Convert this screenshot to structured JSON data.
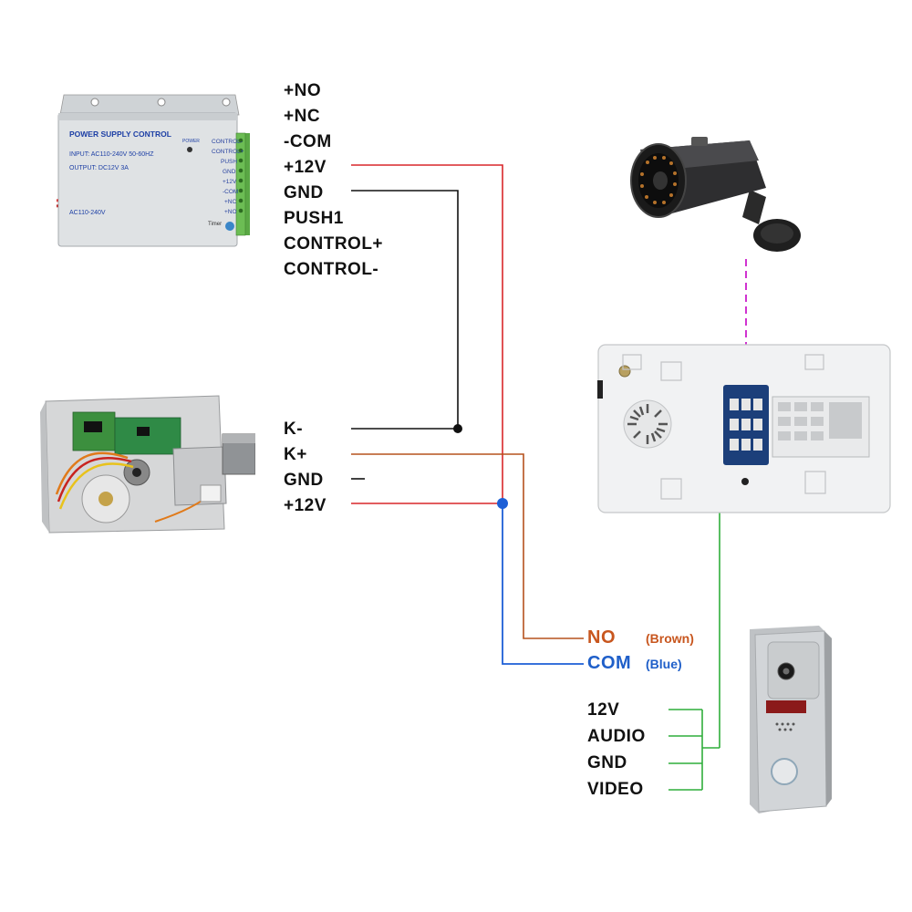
{
  "power_supply": {
    "title": "POWER SUPPLY CONTROL",
    "input_line": "INPUT: AC110-240V 50-60HZ",
    "output_line": "OUTPUT: DC12V  3A",
    "ac_line": "AC110-240V",
    "power_label": "POWER",
    "timer_label": "Timer",
    "terminal_labels": [
      "CONTROL-",
      "CONTROL+",
      "PUSH",
      "GND",
      "+12V",
      "-COM",
      "+NC",
      "+NO"
    ],
    "pin_labels": [
      "+NO",
      "+NC",
      "-COM",
      "+12V",
      "GND",
      "PUSH1",
      "CONTROL+",
      "CONTROL-"
    ]
  },
  "lock": {
    "pin_labels": [
      "K-",
      "K+",
      "GND",
      "+12V"
    ]
  },
  "exit_wires": {
    "no_label": "NO",
    "no_note": "(Brown)",
    "com_label": "COM",
    "com_note": "(Blue)"
  },
  "door_station": {
    "pin_labels": [
      "12V",
      "AUDIO",
      "GND",
      "VIDEO"
    ]
  },
  "colors": {
    "red_wire": "#d9262a",
    "black_wire": "#111111",
    "brown_wire": "#b5521d",
    "blue_wire": "#1d5fd6",
    "green_wire": "#2fae3a",
    "magenta_wire": "#c400c4",
    "no_text": "#c8561e",
    "com_text": "#1f5fc9"
  }
}
